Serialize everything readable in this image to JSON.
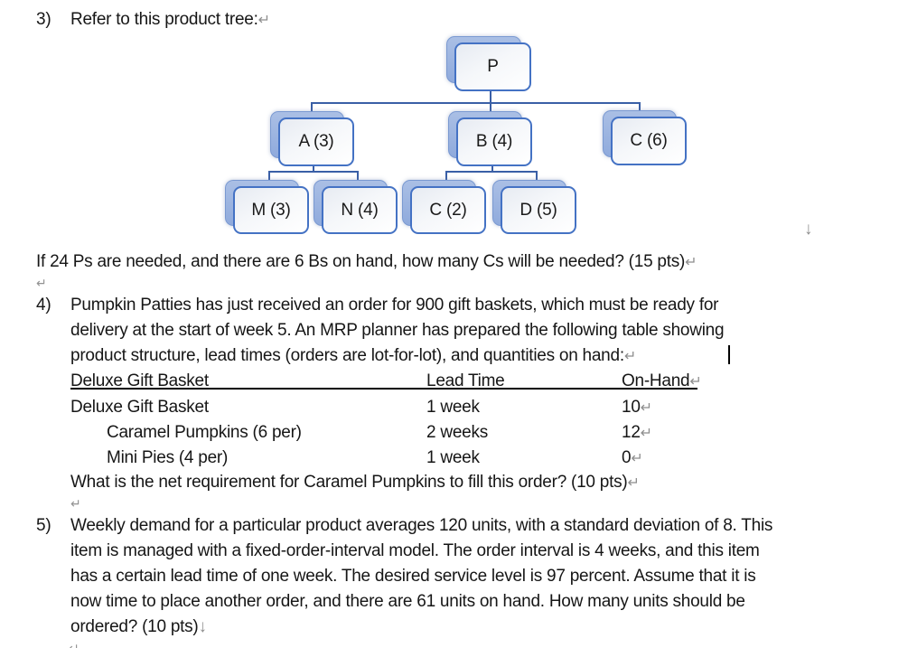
{
  "marks": {
    "return": "↵",
    "down_arrow": "↓"
  },
  "colors": {
    "node_border": "#4472C4",
    "node_shadow": "#8FAADC",
    "connector": "#3A5FA6",
    "text": "#161616",
    "formatting_mark": "#8E8E8E",
    "table_underline": "#000000"
  },
  "q3": {
    "number": "3)",
    "heading": "Refer to this product tree:",
    "question_line": "If 24 Ps are needed, and there are 6 Bs on hand, how many Cs will be needed? (15 pts)"
  },
  "tree": {
    "nodes": [
      {
        "label": "P"
      },
      {
        "label": "A (3)"
      },
      {
        "label": "B (4)"
      },
      {
        "label": "C (6)"
      },
      {
        "label": "M (3)"
      },
      {
        "label": "N (4)"
      },
      {
        "label": "C (2)"
      },
      {
        "label": "D (5)"
      }
    ]
  },
  "q4": {
    "number": "4)",
    "lines": [
      "Pumpkin Patties has just received an order for 900 gift baskets, which must be ready for",
      "delivery at the start of week 5. An MRP planner has prepared the following table showing",
      "product structure, lead times (orders are lot-for-lot), and quantities on hand:"
    ],
    "question_line": "What is the net requirement for Caramel Pumpkins to fill this order? (10 pts)"
  },
  "table": {
    "headers": [
      "Deluxe Gift Basket",
      "Lead Time",
      "On-Hand"
    ],
    "rows": [
      {
        "item": "Deluxe Gift Basket",
        "lead_time": "1 week",
        "on_hand": "10"
      },
      {
        "item": "Caramel Pumpkins (6 per)",
        "lead_time": "2 weeks",
        "on_hand": "12"
      },
      {
        "item": "Mini Pies (4 per)",
        "lead_time": "1 week",
        "on_hand": "0"
      }
    ]
  },
  "q5": {
    "number": "5)",
    "lines": [
      "Weekly demand for a particular product averages 120 units, with a standard deviation of 8. This",
      "item is managed with a fixed-order-interval model. The order interval is 4 weeks, and this item",
      "has a certain lead time of one week. The desired service level is 97 percent. Assume that it is",
      "now time to place another order, and there are 61 units on hand. How many units should be",
      "ordered? (10 pts)"
    ]
  }
}
